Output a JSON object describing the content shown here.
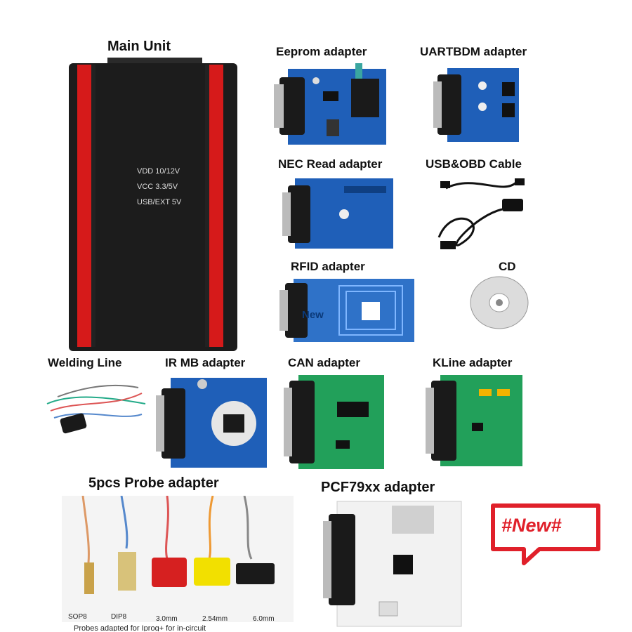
{
  "main_unit": {
    "title": "Main Unit",
    "specs": [
      "VDD 10/12V",
      "VCC 3.3/5V",
      "USB/EXT 5V"
    ]
  },
  "adapters": {
    "eeprom": "Eeprom adapter",
    "uartbdm": "UARTBDM adapter",
    "nec": "NEC Read adapter",
    "usb_obd": "USB&OBD Cable",
    "rfid": "RFID adapter",
    "cd": "CD",
    "welding": "Welding Line",
    "irmb": "IR MB adapter",
    "can": "CAN adapter",
    "kline": "KLine adapter",
    "probe": "5pcs Probe adapter",
    "pcf": "PCF79xx adapter"
  },
  "probes": [
    "SOP8",
    "DIP8",
    "3.0mm",
    "2.54mm",
    "6.0mm"
  ],
  "probe_caption": "Probes adapted for Iprog+ for in-circuit",
  "rfid_watermark": "New",
  "new_badge": "#New#",
  "colors": {
    "unit_body": "#1c1c1c",
    "unit_stripe": "#d61a1a",
    "pcb_blue": "#1f5fb8",
    "pcb_green": "#22a05a",
    "pcb_white": "#f2f2f2",
    "badge_red": "#e0202a"
  }
}
